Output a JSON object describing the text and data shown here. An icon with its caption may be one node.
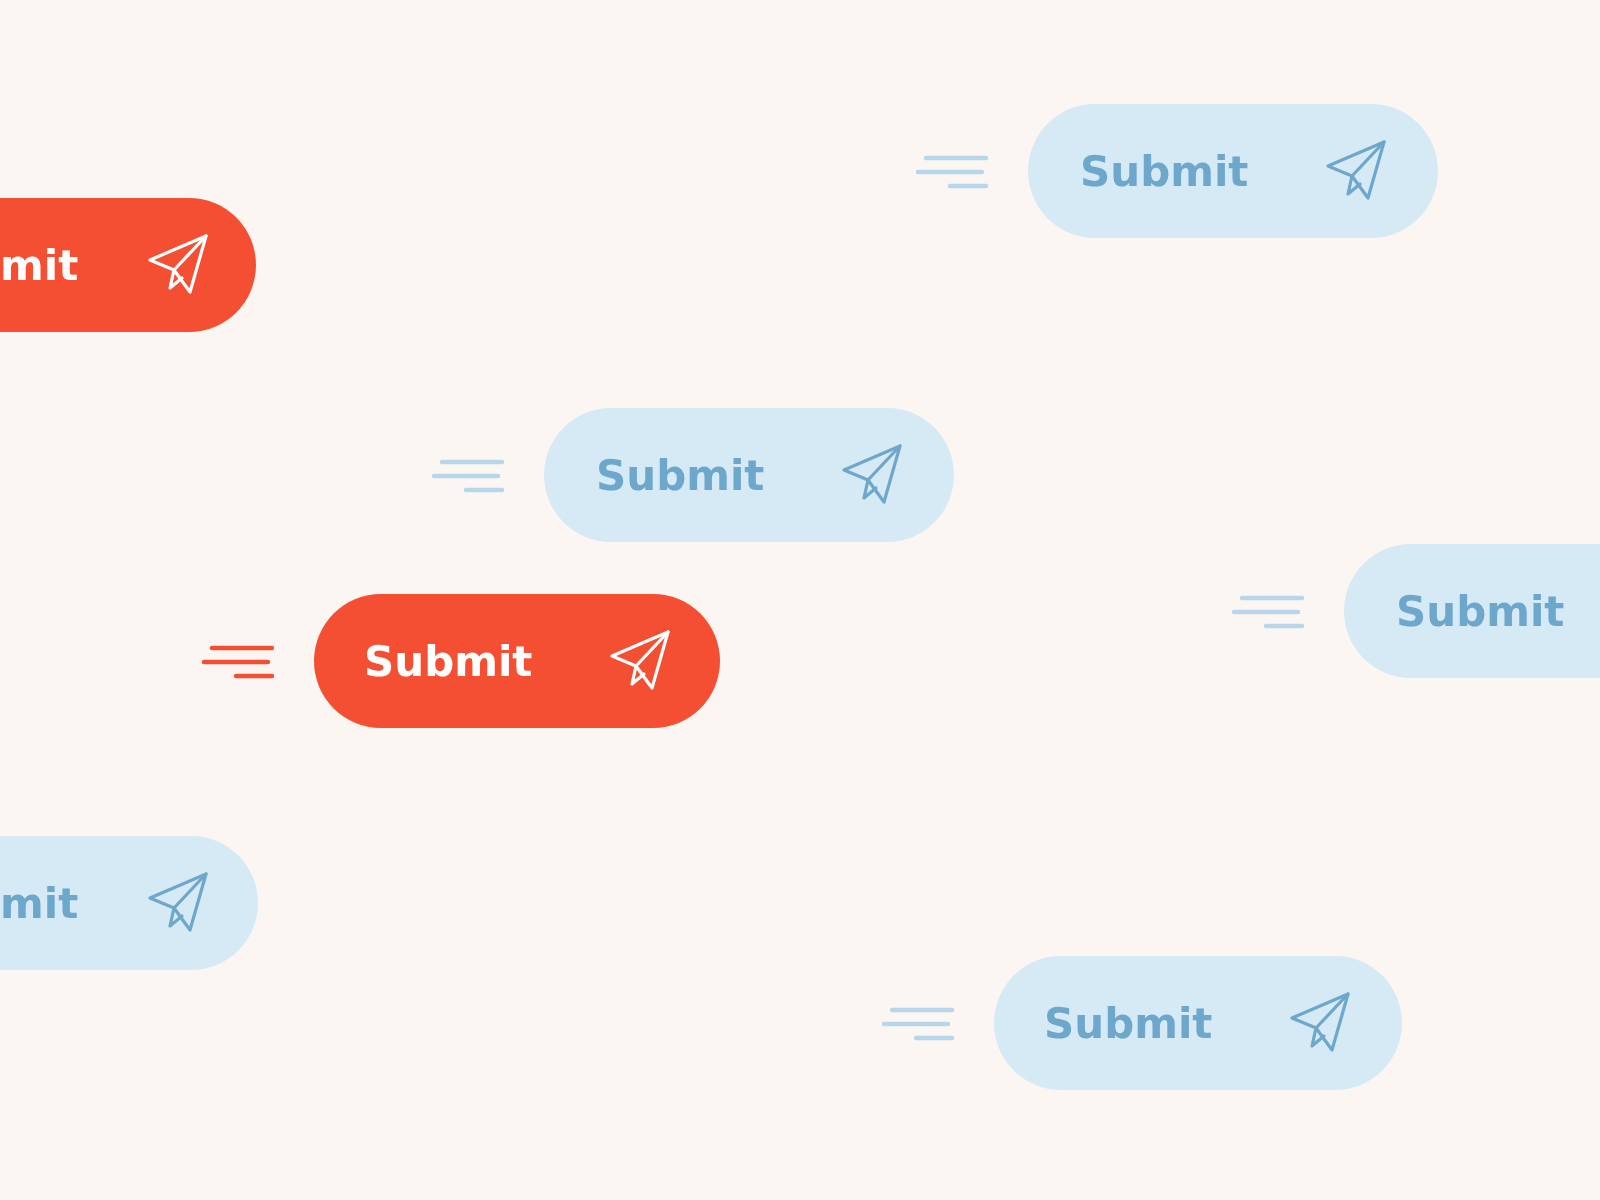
{
  "diagram": {
    "nodes": [
      {
        "text": [
          "Submit"
        ]
      },
      {
        "text": [
          "mit"
        ]
      },
      {
        "text": [
          "Submit"
        ]
      },
      {
        "text": [
          "Submit"
        ]
      },
      {
        "text": [
          "Submit"
        ]
      },
      {
        "text": [
          "mit"
        ]
      },
      {
        "text": [
          "Submit"
        ]
      }
    ]
  }
}
